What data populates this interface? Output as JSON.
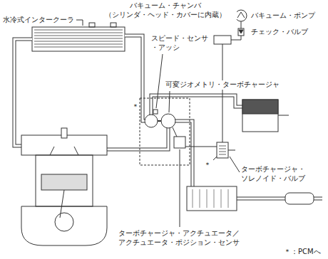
{
  "diagram": {
    "labels": [
      "バキューム・チャンバ （シリンダ・ヘッド・カバーに内蔵）",
      "バキューム・ポンプ",
      "チェック・バルブ",
      "水冷式インタークーラ",
      "スピード・センサ・アッシ",
      "＊",
      "可変ジオメトリ・ターボチャージャ",
      "ターボチャージャ・ソレノイド・バルブ",
      "＊",
      "ターボチャージャ・アクチュエータ／アクチュエータ・ポジション・センサ",
      "＊：PCMへ"
    ]
  }
}
